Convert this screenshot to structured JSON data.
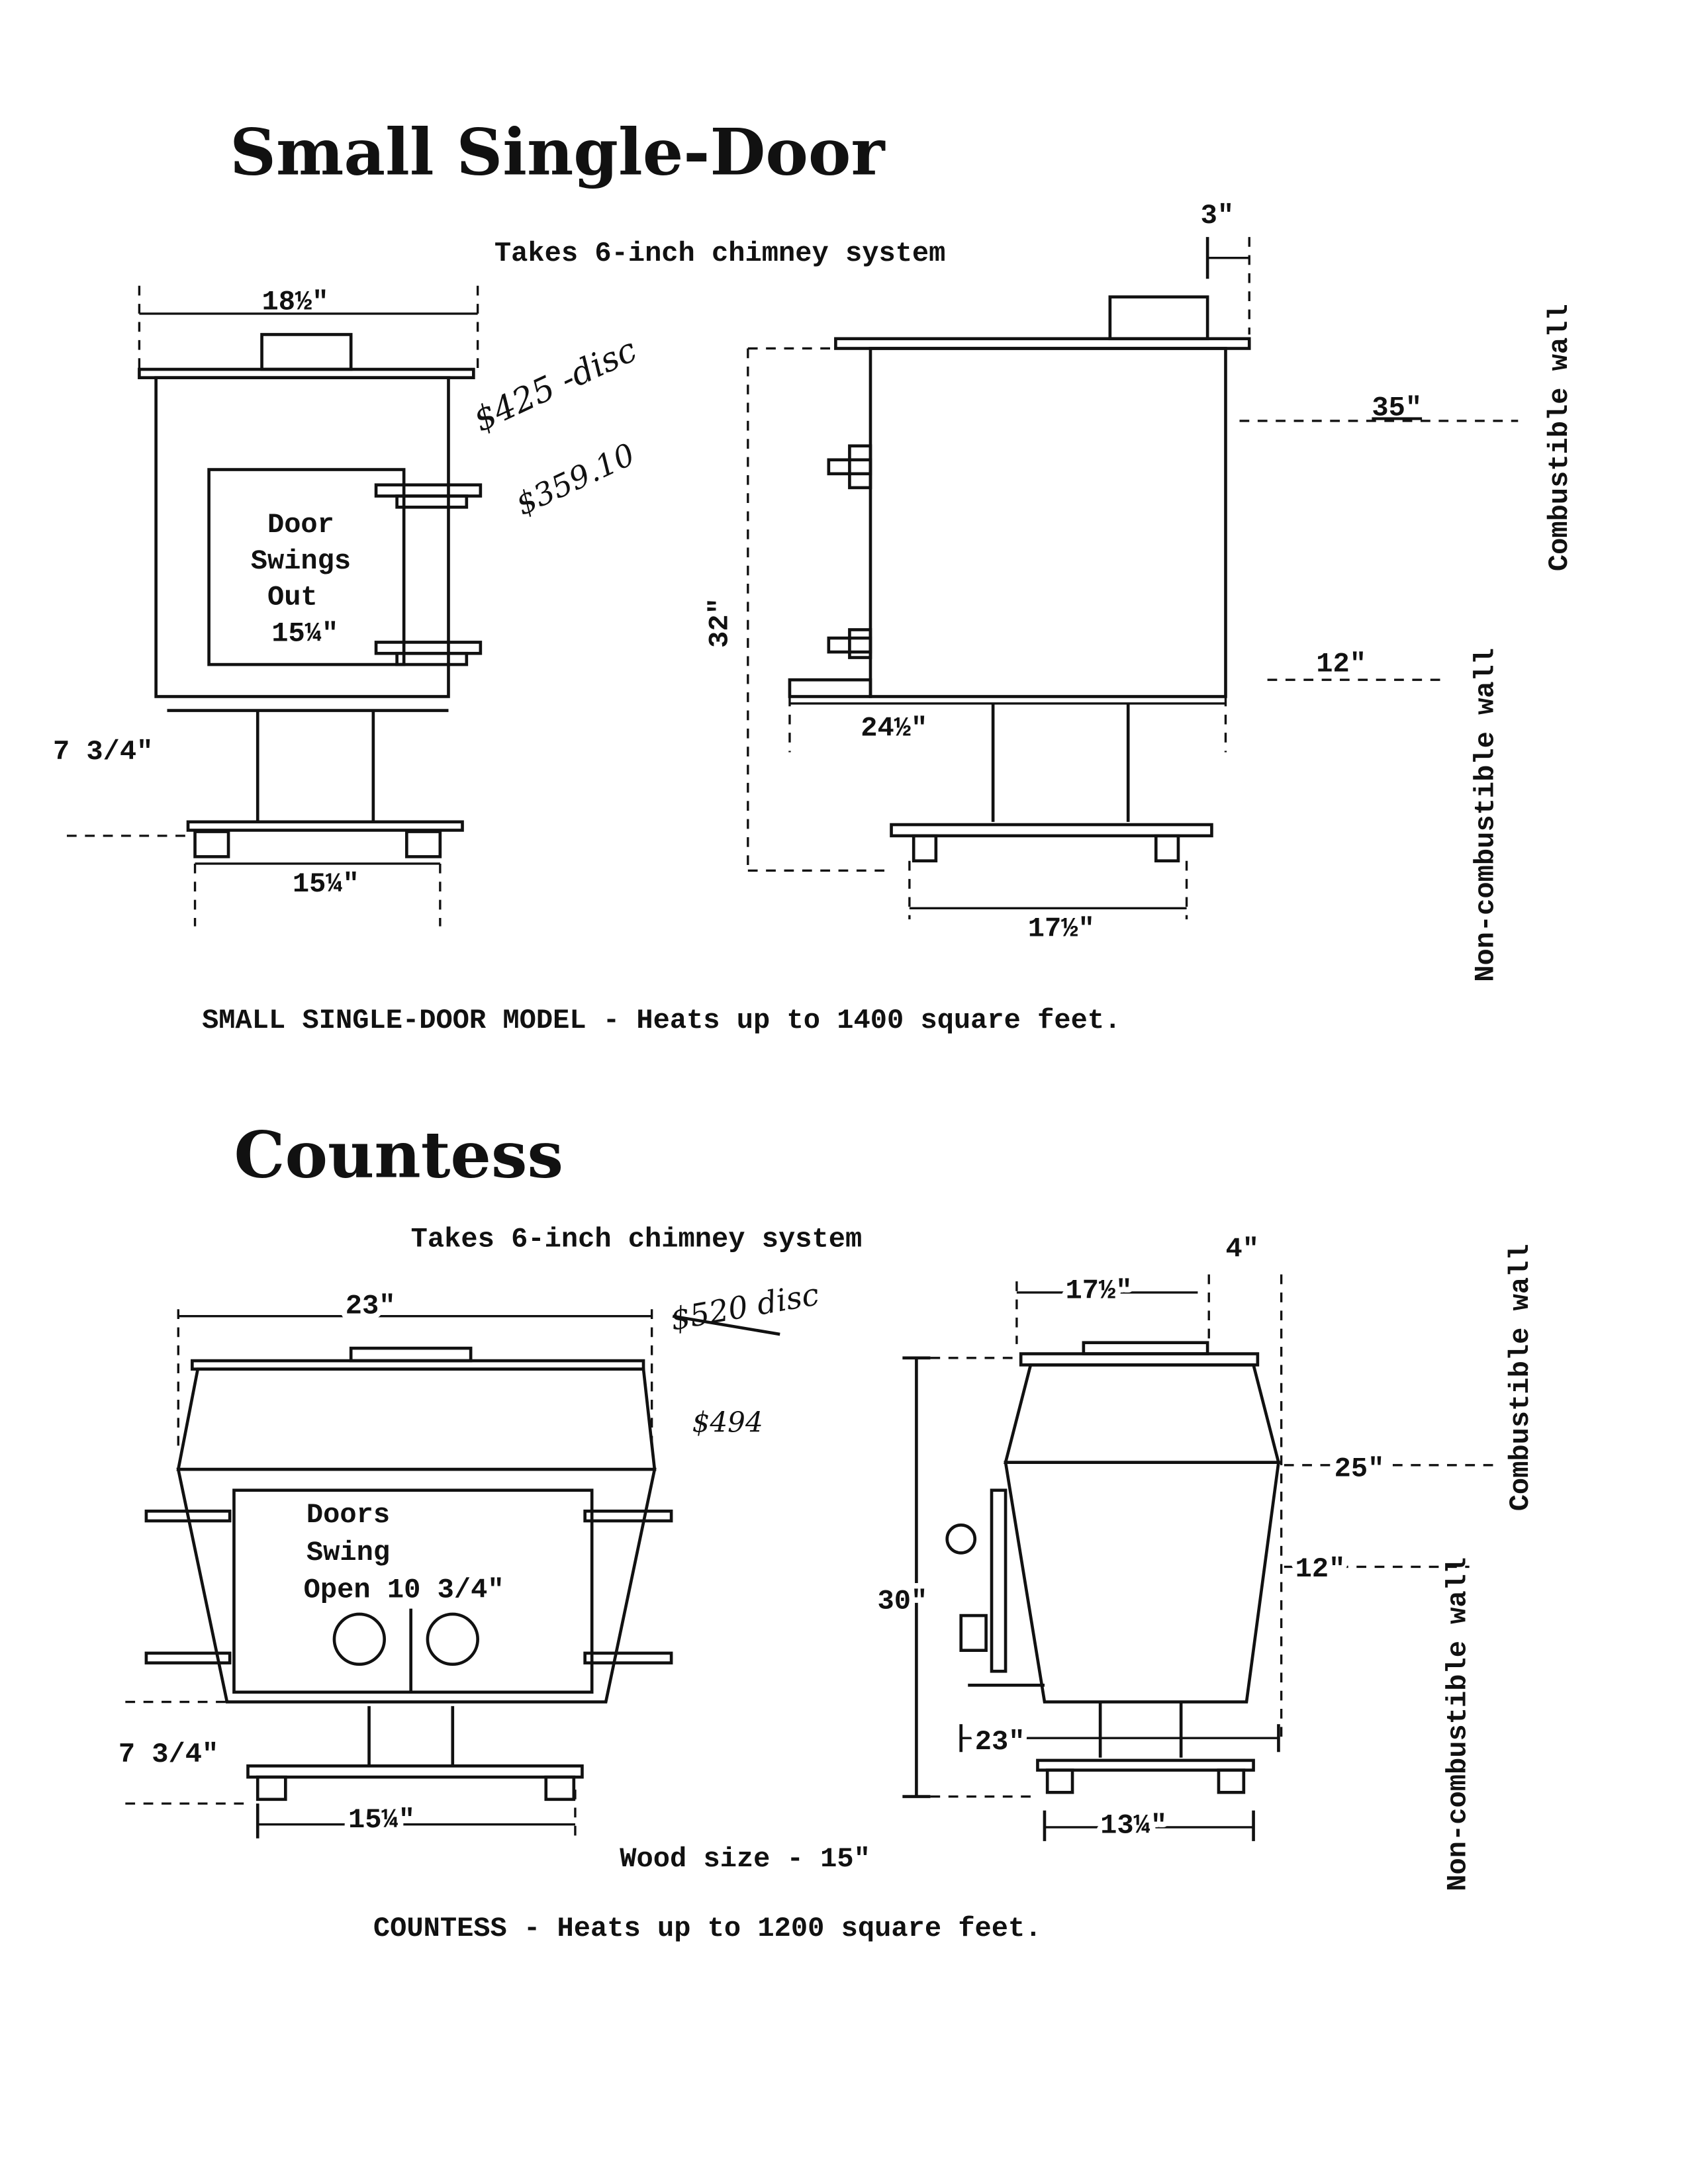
{
  "small": {
    "title": "Small Single-Door",
    "chimney_note": "Takes 6-inch chimney system",
    "front": {
      "width": "18½\"",
      "door_label": [
        "Door",
        "Swings",
        "Out",
        "15¼\""
      ],
      "leg_height": "7 3/4\"",
      "base_width": "15¼\""
    },
    "side": {
      "height": "32\"",
      "depth": "24½\"",
      "base_depth": "17½\"",
      "chimney_clearance": "3\"",
      "combustible_clearance": "35\"",
      "noncombustible_clearance": "12\""
    },
    "walls": {
      "combustible": "Combustible wall",
      "noncombustible": "Non-combustible wall"
    },
    "handwritten": {
      "price_1": "$425 -disc",
      "price_2": "$359.10"
    },
    "caption": "SMALL SINGLE-DOOR MODEL - Heats up to 1400 square feet."
  },
  "countess": {
    "title": "Countess",
    "chimney_note": "Takes 6-inch chimney system",
    "front": {
      "width": "23\"",
      "door_label": [
        "Doors",
        "Swing",
        "Open 10 3/4\""
      ],
      "leg_height": "7 3/4\"",
      "base_width": "15¼\""
    },
    "side": {
      "top_depth": "17½\"",
      "chimney_clearance": "4\"",
      "height": "30\"",
      "combustible_clearance": "25\"",
      "noncombustible_clearance": "12\"",
      "depth": "23\"",
      "base_depth": "13¼\""
    },
    "walls": {
      "combustible": "Combustible wall",
      "noncombustible": "Non-combustible wall"
    },
    "wood_size": "Wood size - 15\"",
    "handwritten": {
      "price_1": "$520 disc",
      "price_2": "$494"
    },
    "caption": "COUNTESS - Heats up to 1200 square feet."
  }
}
